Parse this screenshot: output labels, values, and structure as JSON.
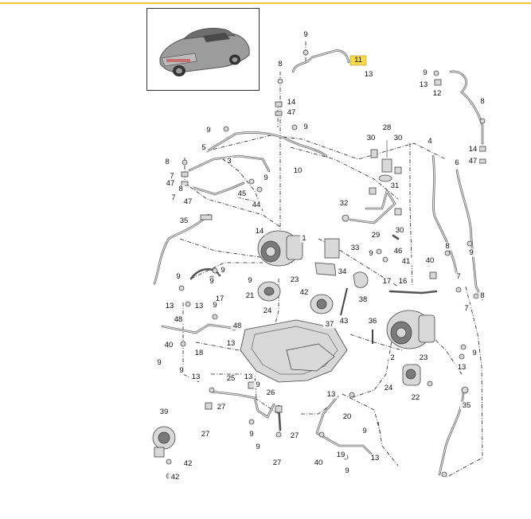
{
  "diagram": {
    "thumbnail_alt": "Porsche 911 rear three-quarter view",
    "highlight_color": "#f6d94a",
    "accent_bar_color": "#f2c92c",
    "callouts": [
      {
        "id": "c1",
        "text": "9"
      },
      {
        "id": "c2",
        "text": "11"
      },
      {
        "id": "c3",
        "text": "13"
      },
      {
        "id": "c4",
        "text": "8"
      },
      {
        "id": "c5",
        "text": "14"
      },
      {
        "id": "c6",
        "text": "47"
      },
      {
        "id": "c7",
        "text": "9"
      },
      {
        "id": "c8",
        "text": "13"
      },
      {
        "id": "c9",
        "text": "12"
      },
      {
        "id": "c10",
        "text": "8"
      },
      {
        "id": "c11",
        "text": "9"
      },
      {
        "id": "c12",
        "text": "9"
      },
      {
        "id": "c13",
        "text": "5"
      },
      {
        "id": "c14",
        "text": "28"
      },
      {
        "id": "c15",
        "text": "30"
      },
      {
        "id": "c16",
        "text": "30"
      },
      {
        "id": "c17",
        "text": "4"
      },
      {
        "id": "c18",
        "text": "14"
      },
      {
        "id": "c19",
        "text": "47"
      },
      {
        "id": "c20",
        "text": "6"
      },
      {
        "id": "c21",
        "text": "8"
      },
      {
        "id": "c22",
        "text": "3"
      },
      {
        "id": "c23",
        "text": "10"
      },
      {
        "id": "c24",
        "text": "7"
      },
      {
        "id": "c25",
        "text": "47"
      },
      {
        "id": "c26",
        "text": "8"
      },
      {
        "id": "c27",
        "text": "45"
      },
      {
        "id": "c28",
        "text": "9"
      },
      {
        "id": "c29",
        "text": "31"
      },
      {
        "id": "c30",
        "text": "7"
      },
      {
        "id": "c31",
        "text": "47"
      },
      {
        "id": "c32",
        "text": "44"
      },
      {
        "id": "c33",
        "text": "32"
      },
      {
        "id": "c34",
        "text": "29"
      },
      {
        "id": "c35",
        "text": "30"
      },
      {
        "id": "c36",
        "text": "35"
      },
      {
        "id": "c37",
        "text": "14"
      },
      {
        "id": "c38",
        "text": "1"
      },
      {
        "id": "c39",
        "text": "33"
      },
      {
        "id": "c40",
        "text": "9"
      },
      {
        "id": "c41",
        "text": "46"
      },
      {
        "id": "c42",
        "text": "41"
      },
      {
        "id": "c43",
        "text": "9"
      },
      {
        "id": "c44",
        "text": "40"
      },
      {
        "id": "c45",
        "text": "8"
      },
      {
        "id": "c46",
        "text": "9"
      },
      {
        "id": "c47",
        "text": "34"
      },
      {
        "id": "c48",
        "text": "9"
      },
      {
        "id": "c49",
        "text": "9"
      },
      {
        "id": "c50",
        "text": "23"
      },
      {
        "id": "c51",
        "text": "9"
      },
      {
        "id": "c52",
        "text": "17"
      },
      {
        "id": "c53",
        "text": "16"
      },
      {
        "id": "c54",
        "text": "7"
      },
      {
        "id": "c55",
        "text": "17"
      },
      {
        "id": "c56",
        "text": "21"
      },
      {
        "id": "c57",
        "text": "42"
      },
      {
        "id": "c58",
        "text": "38"
      },
      {
        "id": "c59",
        "text": "8"
      },
      {
        "id": "c60",
        "text": "13"
      },
      {
        "id": "c61",
        "text": "13"
      },
      {
        "id": "c62",
        "text": "24"
      },
      {
        "id": "c63",
        "text": "7"
      },
      {
        "id": "c64",
        "text": "48"
      },
      {
        "id": "c65",
        "text": "9"
      },
      {
        "id": "c66",
        "text": "37"
      },
      {
        "id": "c67",
        "text": "43"
      },
      {
        "id": "c68",
        "text": "48"
      },
      {
        "id": "c69",
        "text": "36"
      },
      {
        "id": "c70",
        "text": "13"
      },
      {
        "id": "c71",
        "text": "40"
      },
      {
        "id": "c72",
        "text": "18"
      },
      {
        "id": "c73",
        "text": "2"
      },
      {
        "id": "c74",
        "text": "9"
      },
      {
        "id": "c75",
        "text": "9"
      },
      {
        "id": "c76",
        "text": "9"
      },
      {
        "id": "c77",
        "text": "23"
      },
      {
        "id": "c78",
        "text": "13"
      },
      {
        "id": "c79",
        "text": "13"
      },
      {
        "id": "c80",
        "text": "13"
      },
      {
        "id": "c81",
        "text": "25"
      },
      {
        "id": "c82",
        "text": "24"
      },
      {
        "id": "c83",
        "text": "9"
      },
      {
        "id": "c84",
        "text": "27"
      },
      {
        "id": "c85",
        "text": "26"
      },
      {
        "id": "c86",
        "text": "13"
      },
      {
        "id": "c87",
        "text": "22"
      },
      {
        "id": "c88",
        "text": "35"
      },
      {
        "id": "c89",
        "text": "39"
      },
      {
        "id": "c90",
        "text": "27"
      },
      {
        "id": "c91",
        "text": "9"
      },
      {
        "id": "c92",
        "text": "27"
      },
      {
        "id": "c93",
        "text": "20"
      },
      {
        "id": "c94",
        "text": "9"
      },
      {
        "id": "c95",
        "text": "9"
      },
      {
        "id": "c96",
        "text": "27"
      },
      {
        "id": "c97",
        "text": "19"
      },
      {
        "id": "c98",
        "text": "13"
      },
      {
        "id": "c99",
        "text": "42"
      },
      {
        "id": "c100",
        "text": "40"
      },
      {
        "id": "c101",
        "text": "9"
      },
      {
        "id": "c102",
        "text": "42"
      }
    ]
  }
}
